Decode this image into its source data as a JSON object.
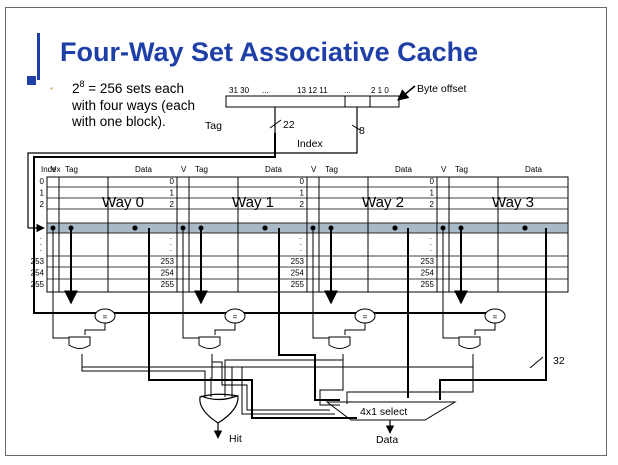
{
  "slide": {
    "title": "Four-Way Set Associative Cache",
    "title_color": "#1f3fa8",
    "accent_color": "#1f3fa8",
    "bullet_glyph": "▪",
    "bullet_line1_prefix": "2",
    "bullet_line1_exp": "8",
    "bullet_line1_suffix": " = 256 sets each",
    "bullet_line2": "with four ways (each",
    "bullet_line3": "with one block)."
  },
  "address": {
    "bits_left": "31 30",
    "bits_dots1": "...",
    "bits_mid": "13 12 11",
    "bits_dots2": "...",
    "bits_right": "2 1 0",
    "byte_offset_label": "Byte offset",
    "tag_label": "Tag",
    "tag_width": "22",
    "index_width": "8",
    "index_label": "Index"
  },
  "ways": [
    {
      "name": "Way 0",
      "index_header": "Index",
      "v_header": "V",
      "tag_header": "Tag",
      "data_header": "Data"
    },
    {
      "name": "Way 1",
      "index_header": "",
      "v_header": "V",
      "tag_header": "Tag",
      "data_header": "Data"
    },
    {
      "name": "Way 2",
      "index_header": "",
      "v_header": "V",
      "tag_header": "Tag",
      "data_header": "Data"
    },
    {
      "name": "Way 3",
      "index_header": "",
      "v_header": "V",
      "tag_header": "Tag",
      "data_header": "Data"
    }
  ],
  "row_indices_top": [
    "0",
    "1",
    "2"
  ],
  "row_indices_bottom": [
    "253",
    "254",
    "255"
  ],
  "comparator_symbol": "=",
  "data_width": "32",
  "mux_label": "4x1 select",
  "hit_label": "Hit",
  "data_label": "Data",
  "highlight_row_color": "#a9b9c8"
}
